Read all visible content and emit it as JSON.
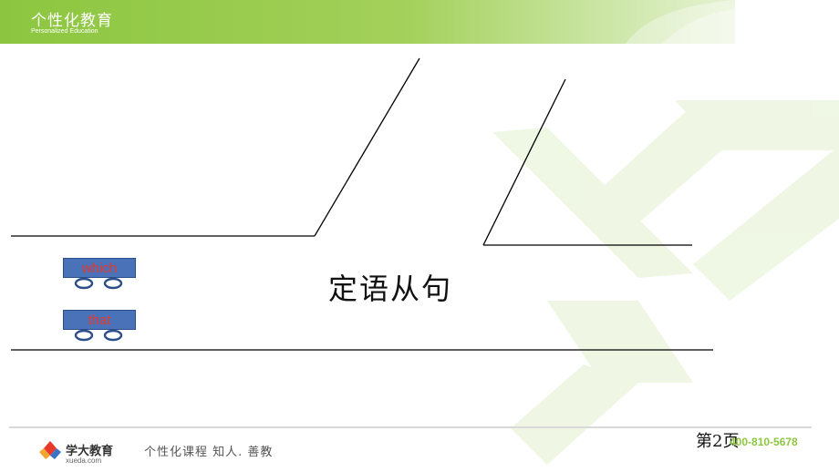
{
  "header": {
    "brand_cn": "个性化教育",
    "brand_en": "Personalized Education",
    "color": "#8cc63f"
  },
  "slide": {
    "title": "定语从句",
    "tokens": [
      {
        "label": "which"
      },
      {
        "label": "that"
      }
    ]
  },
  "footer": {
    "logo_name": "学大教育",
    "logo_url": "xueda.com",
    "tagline": "个性化课程   知人. 善教",
    "page_label": "第2页",
    "phone": "400-810-5678",
    "accent": "#8cc63f"
  }
}
